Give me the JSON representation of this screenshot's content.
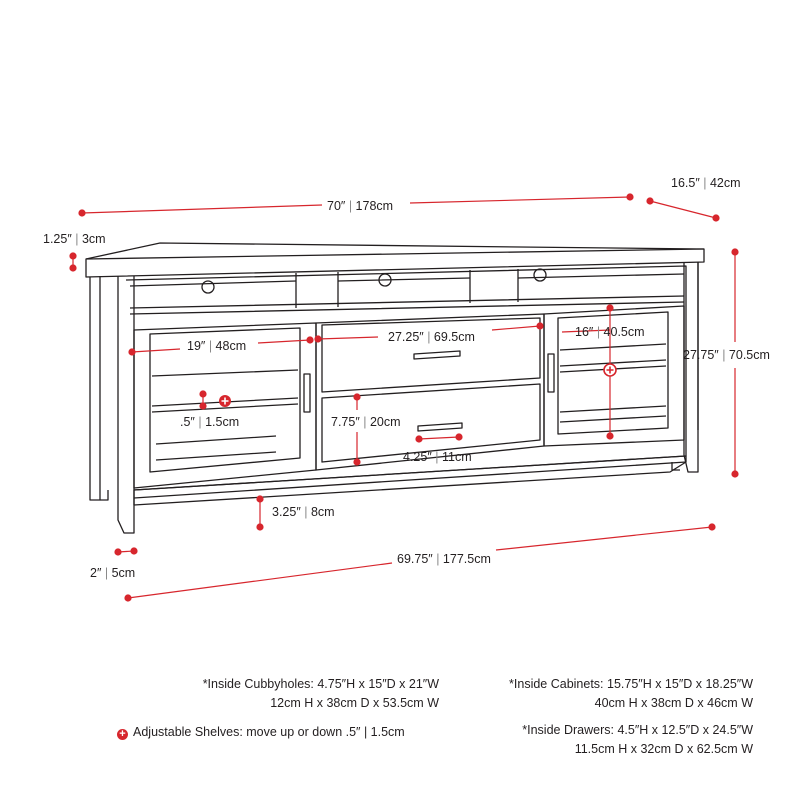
{
  "colors": {
    "accent": "#d7262d",
    "outline": "#231f20",
    "separator": "#8a8a8a"
  },
  "dimensions": {
    "top_width": {
      "in": "70″",
      "cm": "178cm"
    },
    "depth": {
      "in": "16.5″",
      "cm": "42cm"
    },
    "top_thickness": {
      "in": "1.25″",
      "cm": "3cm"
    },
    "height": {
      "in": "27.75″",
      "cm": "70.5cm"
    },
    "drawer_width": {
      "in": "27.25″",
      "cm": "69.5cm"
    },
    "cabinet_width_left": {
      "in": "19″",
      "cm": "48cm"
    },
    "cabinet_width_right": {
      "in": "16″",
      "cm": "40.5cm"
    },
    "shelf_adjust": {
      "in": ".5″",
      "cm": "1.5cm"
    },
    "drawer_height": {
      "in": "7.75″",
      "cm": "20cm"
    },
    "handle_width": {
      "in": "4.25″",
      "cm": "11cm"
    },
    "clearance": {
      "in": "3.25″",
      "cm": "8cm"
    },
    "leg_width": {
      "in": "2″",
      "cm": "5cm"
    },
    "base_width": {
      "in": "69.75″",
      "cm": "177.5cm"
    }
  },
  "notes": {
    "cubbyholes_line1": "*Inside Cubbyholes: 4.75″H x 15″D x 21″W",
    "cubbyholes_line2": "12cm H x 38cm D x 53.5cm W",
    "adjustable_shelves": "Adjustable Shelves: move up or down .5″ | 1.5cm",
    "cabinets_line1": "*Inside Cabinets: 15.75″H x 15″D x 18.25″W",
    "cabinets_line2": "40cm H x 38cm D x 46cm W",
    "drawers_line1": "*Inside Drawers: 4.5″H x 12.5″D x 24.5″W",
    "drawers_line2": "11.5cm H x 32cm D x 62.5cm W"
  },
  "icons": {
    "adjustable_marker": "plus-circle-icon"
  }
}
